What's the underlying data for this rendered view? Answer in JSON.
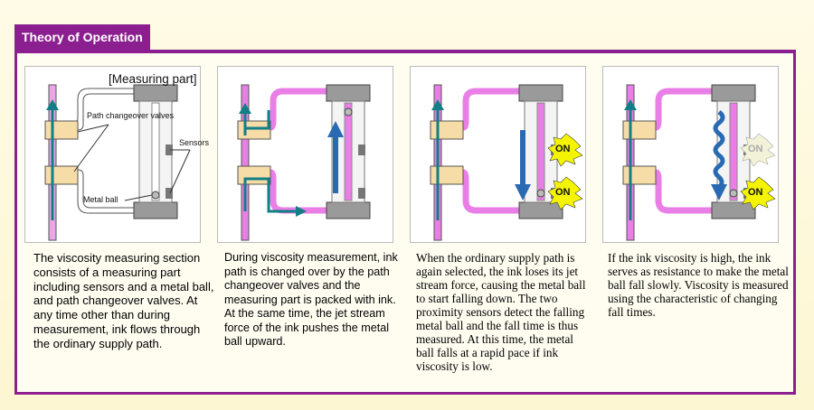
{
  "title": "Theory of Operation",
  "panel1": {
    "header": "[Measuring part]",
    "labels": {
      "valves": "Path changeover valves",
      "sensors": "Sensors",
      "ball": "Metal ball"
    }
  },
  "panel3": {
    "sensor_top": "ON",
    "sensor_bottom": "ON"
  },
  "panel4": {
    "sensor_top": "ON",
    "sensor_bottom": "ON"
  },
  "captions": [
    "The viscosity measuring section consists of a measuring part including sensors and a metal ball, and path changeover valves. At any time other than during measurement, ink flows through the ordinary supply path.",
    "During viscosity measurement, ink path is changed over by the path changeover valves and the measuring part is packed with ink. At the same time, the jet stream force of the ink pushes the metal ball upward.",
    "When the ordinary supply path is again selected, the ink loses its jet stream force, causing the metal ball to start falling down. The two proximity sensors detect the falling metal ball and the fall time is thus measured. At this time, the metal ball falls at a rapid pace if ink viscosity is low.",
    "If the ink viscosity is high, the ink serves as resistance to make the metal ball fall slowly. Viscosity is measured using the characteristic of changing fall times."
  ],
  "colors": {
    "accent": "#8b1f8f",
    "ink": "#e97fe6",
    "arrow_teal": "#127e86",
    "arrow_blue": "#2a6ab3",
    "sensor_on": "#f4f400"
  }
}
